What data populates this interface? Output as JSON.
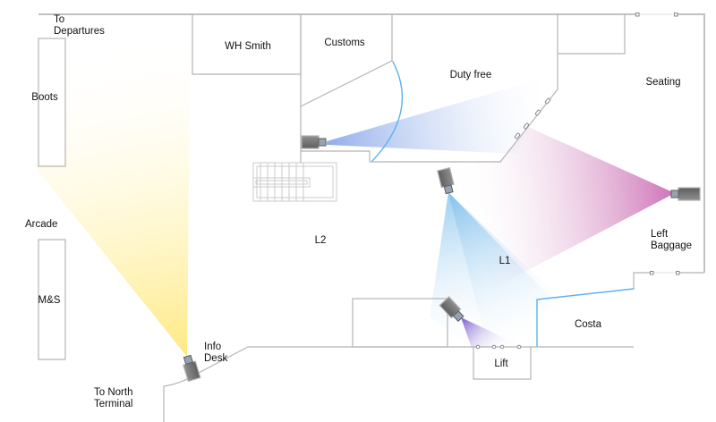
{
  "labels": {
    "to_departures_1": "To",
    "to_departures_2": "Departures",
    "boots": "Boots",
    "arcade": "Arcade",
    "ms": "M&S",
    "wh_smith": "WH Smith",
    "customs": "Customs",
    "duty_free": "Duty free",
    "seating": "Seating",
    "l2": "L2",
    "l1": "L1",
    "left_baggage_1": "Left",
    "left_baggage_2": "Baggage",
    "costa": "Costa",
    "lift": "Lift",
    "info_desk_1": "Info",
    "info_desk_2": "Desk",
    "to_north_1": "To North",
    "to_north_2": "Terminal"
  },
  "colors": {
    "accent_line": "#5fb2ec",
    "camera_light": "#8f8f8f",
    "camera_dark": "#5e5e5e",
    "cone_yellow_start": "#ffe87e",
    "cone_yellow_mid": "#fff3b4",
    "cone_yellow_end": "#fffef8",
    "cone_blue_start": "#7d9ce6",
    "cone_blue_mid": "#aac2ef",
    "cone_blue_end": "#e8eefb",
    "cone_pink_start": "#c75fae",
    "cone_pink_mid": "#dda3cd",
    "cone_pink_end": "#f5e9f2",
    "cone_cyan_start": "#58ace6",
    "cone_cyan_mid": "#a5d2f1",
    "cone_cyan_end": "#e8f4fc",
    "cone_purple_start": "#6b46c8",
    "cone_purple_mid": "#b9a6e4",
    "cone_purple_end": "#e2daf4"
  },
  "cameras": [
    {
      "id": "customs-camera",
      "facing": "east",
      "cone_color": "blue"
    },
    {
      "id": "l1-camera",
      "facing": "south",
      "cone_color": "cyan"
    },
    {
      "id": "left-baggage-camera",
      "facing": "west",
      "cone_color": "pink"
    },
    {
      "id": "store-corner-camera",
      "facing": "south-east",
      "cone_color": "purple"
    },
    {
      "id": "info-desk-camera",
      "facing": "north-west",
      "cone_color": "yellow"
    }
  ],
  "icons": [
    "cctv-camera-icon",
    "door-marker-icon",
    "gate-marker-icon",
    "stairs-icon",
    "door-swing-arc-icon"
  ]
}
